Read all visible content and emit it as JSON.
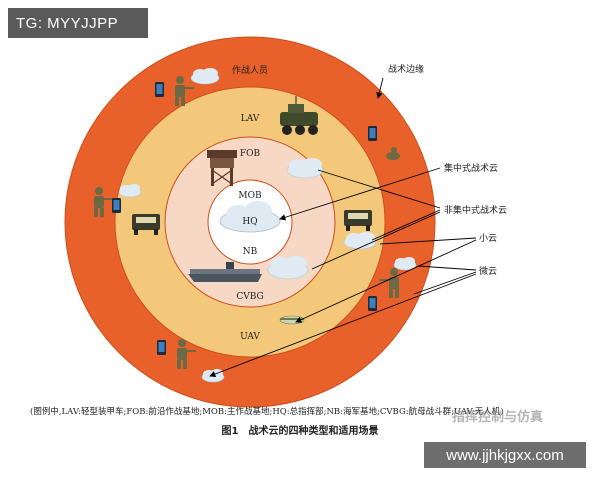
{
  "watermark_tag": "TG: MYYJJPP",
  "site_url": "www.jjhkjgxx.com",
  "brand_watermark": "指挥控制与仿真",
  "colors": {
    "outer_ring": "#e8602a",
    "lav_ring": "#f3c87a",
    "fob_ring": "#f7d8c4",
    "core": "#ffffff",
    "cloud": "#dfeaf3",
    "ring_border": "#cf4e1b"
  },
  "diagram": {
    "ring_labels": {
      "personnel": "作战人员",
      "lav": "LAV",
      "fob": "FOB",
      "mob": "MOB",
      "hq": "HQ",
      "nb": "NB",
      "cvbg": "CVBG",
      "uav": "UAV"
    },
    "callouts": {
      "edge": "战术边缘",
      "centralized": "集中式战术云",
      "decentralized": "非集中式战术云",
      "small_cloud": "小云",
      "micro_cloud": "微云"
    },
    "legend": "(图例中,LAV:轻型装甲车;FOB:前沿作战基地;MOB:主作战基地;HQ:总指挥部;NB:海军基地;CVBG:航母战斗群;UAV:无人机)",
    "figure_caption": "图1　战术云的四种类型和适用场景"
  },
  "icons": [
    "soldier-icon",
    "phone-icon",
    "armored-vehicle-icon",
    "watchtower-icon",
    "aircraft-carrier-icon",
    "uav-drone-icon",
    "cloud-icon"
  ]
}
